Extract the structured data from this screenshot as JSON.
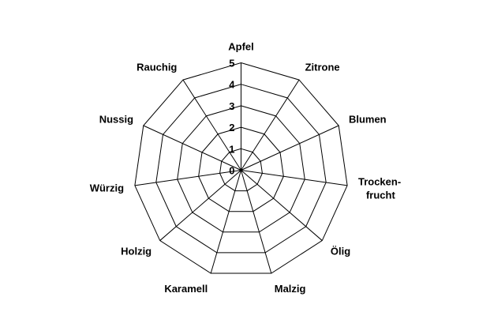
{
  "chart_data": {
    "type": "radar",
    "title": "",
    "axes": [
      "Apfel",
      "Zitrone",
      "Blumen",
      "Trocken-\nfrucht",
      "Ölig",
      "Malzig",
      "Karamell",
      "Holzig",
      "Würzig",
      "Nussig",
      "Rauchig"
    ],
    "ticks": [
      "0",
      "1",
      "2",
      "3",
      "4",
      "5"
    ],
    "range": [
      0,
      5
    ],
    "series": [],
    "grid": true,
    "colors": {
      "grid": "#000000",
      "background": "#ffffff"
    }
  }
}
